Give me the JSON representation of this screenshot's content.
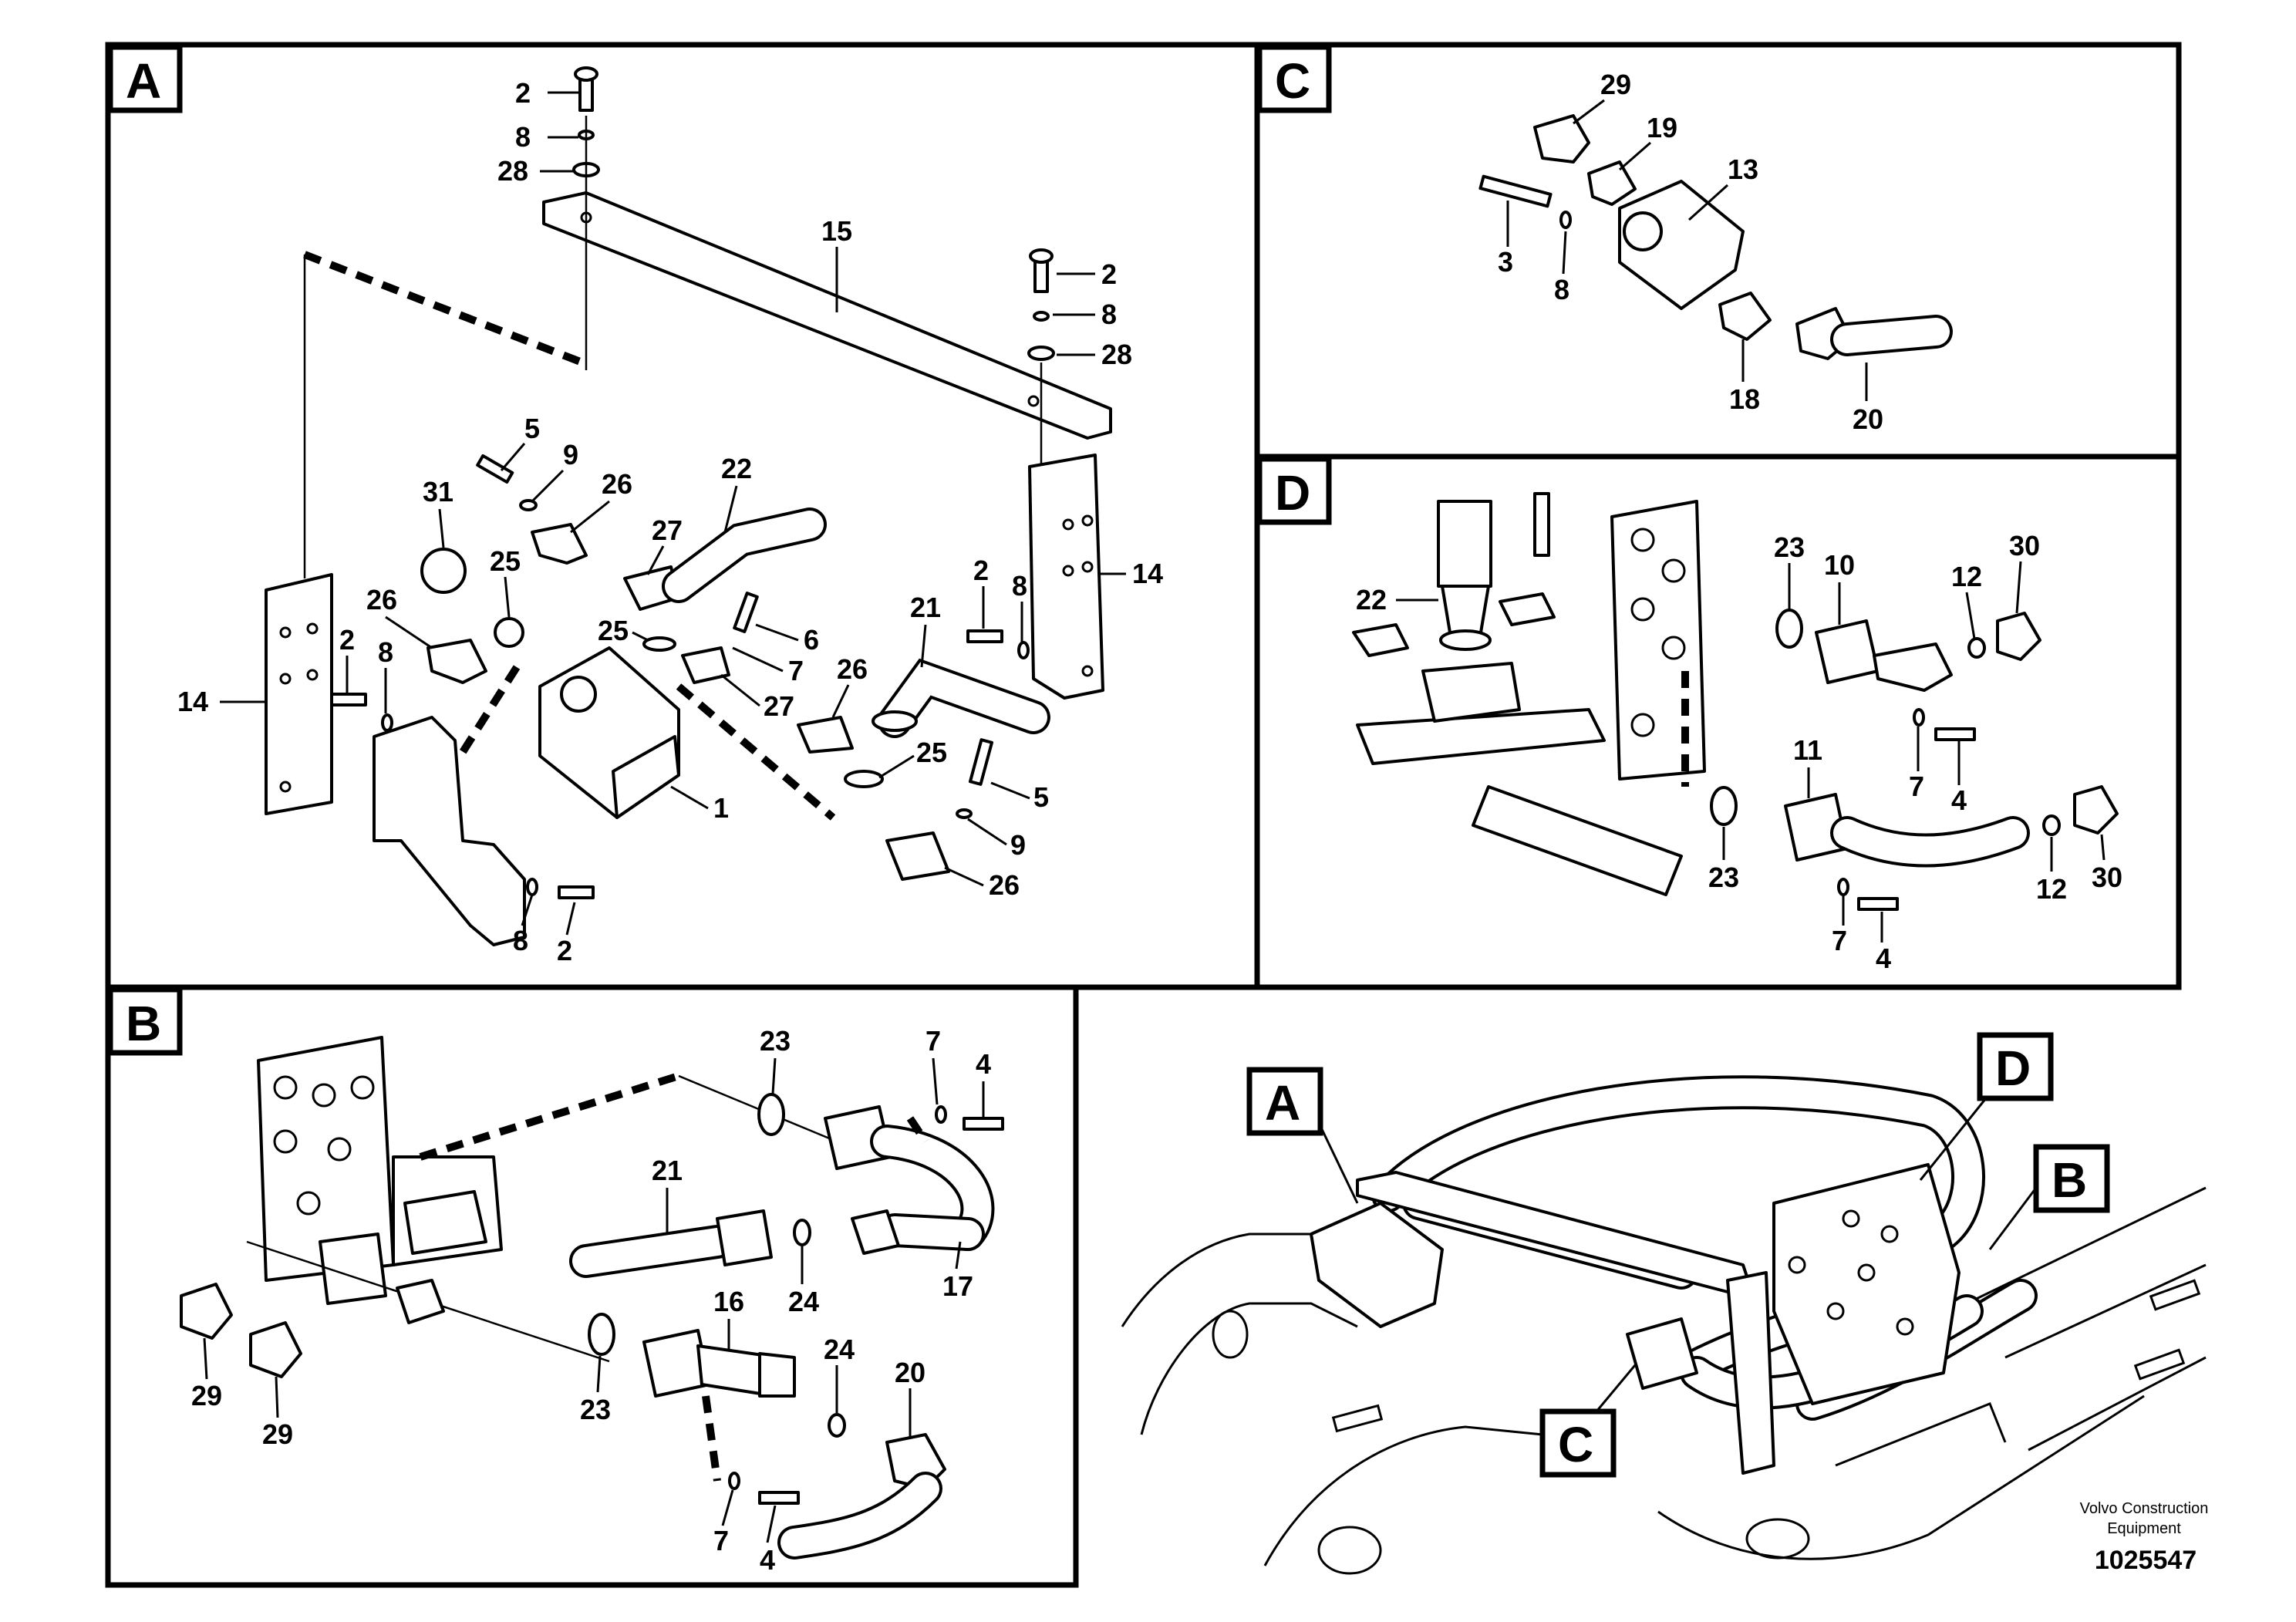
{
  "panels": {
    "A": {
      "label": "A",
      "callouts": [
        "2",
        "8",
        "28",
        "15",
        "2",
        "8",
        "28",
        "14",
        "5",
        "9",
        "26",
        "31",
        "22",
        "25",
        "27",
        "25",
        "6",
        "7",
        "27",
        "26",
        "21",
        "2",
        "8",
        "14",
        "26",
        "2",
        "8",
        "1",
        "25",
        "5",
        "9",
        "26",
        "8",
        "2"
      ]
    },
    "B": {
      "label": "B",
      "callouts": [
        "23",
        "7",
        "4",
        "21",
        "17",
        "24",
        "16",
        "24",
        "20",
        "23",
        "29",
        "29",
        "7",
        "4"
      ]
    },
    "C": {
      "label": "C",
      "callouts": [
        "29",
        "19",
        "13",
        "3",
        "8",
        "18",
        "20"
      ]
    },
    "D": {
      "label": "D",
      "callouts": [
        "23",
        "10",
        "12",
        "30",
        "22",
        "7",
        "4",
        "11",
        "23",
        "12",
        "30",
        "7",
        "4"
      ]
    },
    "overview": {
      "tags": [
        "A",
        "D",
        "B",
        "C"
      ]
    }
  },
  "footer": {
    "company_line1": "Volvo Construction",
    "company_line2": "Equipment",
    "drawing_number": "1025547"
  }
}
